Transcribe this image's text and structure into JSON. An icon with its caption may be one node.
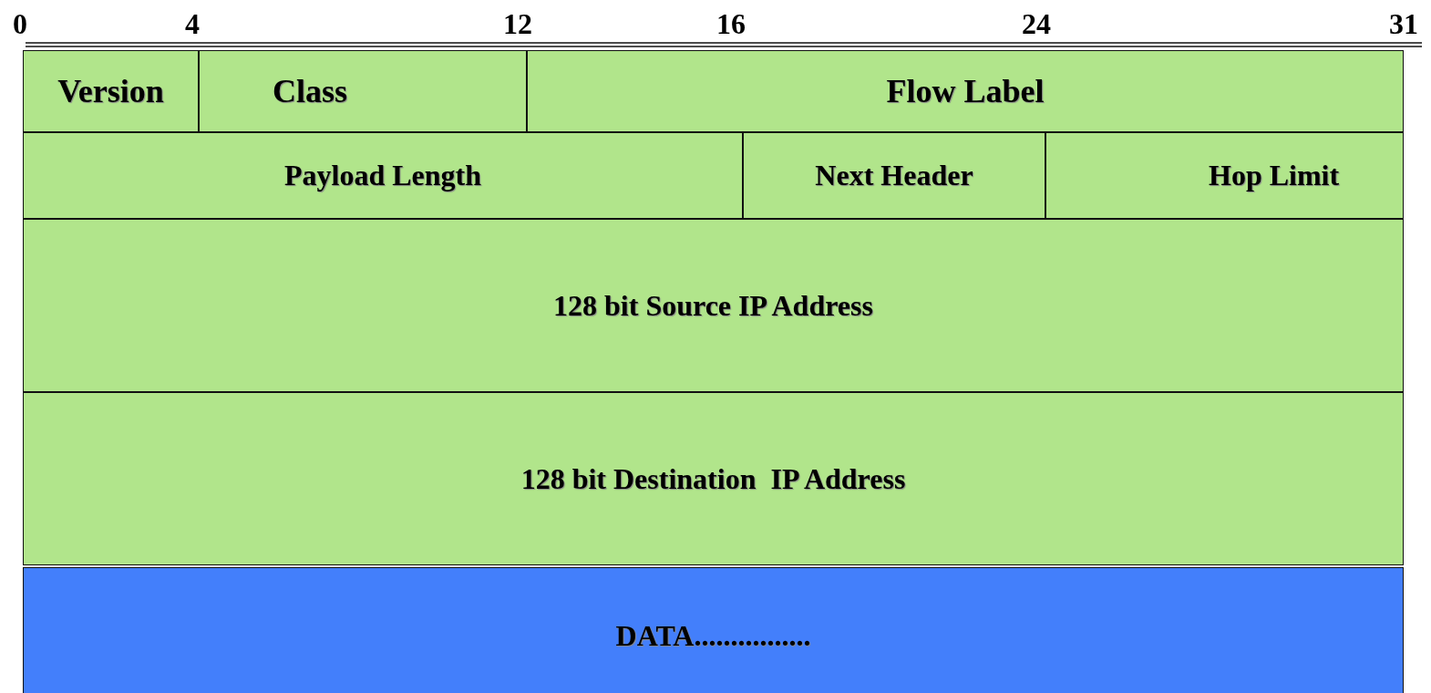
{
  "diagram": {
    "nodes": [
      {
        "text": [
          "Version"
        ]
      },
      {
        "text": [
          "Class"
        ]
      },
      {
        "text": [
          "Flow Label"
        ]
      },
      {
        "text": [
          "Payload Length"
        ]
      },
      {
        "text": [
          "Next Header"
        ]
      },
      {
        "text": [
          "Hop Limit"
        ]
      },
      {
        "text": [
          "128 bit Source IP Address"
        ]
      },
      {
        "text": [
          "128 bit Destination  IP Address"
        ]
      },
      {
        "text": [
          "DATA................"
        ]
      }
    ],
    "labels": [
      "0",
      "4",
      "12",
      "16",
      "24",
      "31"
    ]
  }
}
